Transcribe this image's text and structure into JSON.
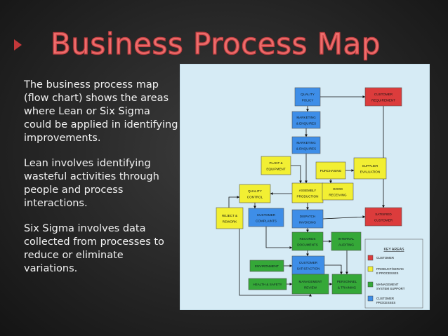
{
  "title": "Business Process Map",
  "paragraphs": [
    "The business process map (flow chart) shows the areas where Lean or Six Sigma could be applied in identifying improvements.",
    "Lean involves  identifying wasteful activities through people and process interactions.",
    "Six Sigma involves data collected from processes to reduce or eliminate variations."
  ],
  "colors": {
    "customer": "#dc3c3c",
    "product_service": "#f2ef33",
    "management": "#35a838",
    "customer_process": "#3e8ee8",
    "canvas": "#d6ebf5"
  },
  "diagram": {
    "nodes": [
      {
        "id": "quality-policy",
        "lines": [
          "QUALITY",
          "POLICY"
        ],
        "cat": "customer_process"
      },
      {
        "id": "customer-requirement",
        "lines": [
          "CUSTOMER",
          "REQUIREMENT"
        ],
        "cat": "customer"
      },
      {
        "id": "marketing-enquiries-1",
        "lines": [
          "MARKETING",
          "& ENQUIRES"
        ],
        "cat": "customer_process"
      },
      {
        "id": "marketing-enquiries-2",
        "lines": [
          "MARKETING",
          "& ENQUIRES"
        ],
        "cat": "customer_process"
      },
      {
        "id": "plant-equipment",
        "lines": [
          "PLANT &",
          "EQUIPMENT"
        ],
        "cat": "product_service"
      },
      {
        "id": "purchasing",
        "lines": [
          "PURCHASING"
        ],
        "cat": "product_service"
      },
      {
        "id": "supplier-evaluation",
        "lines": [
          "SUPPLIER",
          "EVALUATION"
        ],
        "cat": "product_service"
      },
      {
        "id": "quality-control",
        "lines": [
          "QUALITY",
          "CONTROL"
        ],
        "cat": "product_service"
      },
      {
        "id": "assembly-production",
        "lines": [
          "ASSEMBLY",
          "PRODUCTION"
        ],
        "cat": "product_service"
      },
      {
        "id": "good-receiving",
        "lines": [
          "GOOD",
          "RECEIVING"
        ],
        "cat": "product_service"
      },
      {
        "id": "reject-rework",
        "lines": [
          "REJECT &",
          "REWORK"
        ],
        "cat": "product_service"
      },
      {
        "id": "customer-complaints",
        "lines": [
          "CUSTOMER",
          "COMPLAINTS"
        ],
        "cat": "customer_process"
      },
      {
        "id": "dispatch-invoicing",
        "lines": [
          "DISPATCH",
          "INVOICING"
        ],
        "cat": "customer_process"
      },
      {
        "id": "satisfied-customer",
        "lines": [
          "SATISFIED",
          "CUSTOMER"
        ],
        "cat": "customer"
      },
      {
        "id": "records-documents",
        "lines": [
          "RECORDS",
          "DOCUMENTS"
        ],
        "cat": "management"
      },
      {
        "id": "internal-auditing",
        "lines": [
          "INTERNAL",
          "AUDITING"
        ],
        "cat": "management"
      },
      {
        "id": "customer-satisfaction",
        "lines": [
          "CUSTOMER",
          "SATISFACTION"
        ],
        "cat": "customer_process"
      },
      {
        "id": "environment",
        "lines": [
          "ENVIRONMENT"
        ],
        "cat": "management"
      },
      {
        "id": "management-review",
        "lines": [
          "MANAGEMENT",
          "REVIEW"
        ],
        "cat": "management"
      },
      {
        "id": "personnel-training",
        "lines": [
          "PERSONNEL",
          "& TRAINING"
        ],
        "cat": "management"
      },
      {
        "id": "health-safety",
        "lines": [
          "HEALTH & SAFETY"
        ],
        "cat": "management"
      }
    ],
    "legend": {
      "title": "KEY AREAS",
      "items": [
        {
          "cat": "customer",
          "lines": [
            "CUSTOMER"
          ]
        },
        {
          "cat": "product_service",
          "lines": [
            "PRODUCT/SERVIC",
            "E PROCESSES"
          ]
        },
        {
          "cat": "management",
          "lines": [
            "MANAGEMENT",
            "SYSTEM SUPPORT"
          ]
        },
        {
          "cat": "customer_process",
          "lines": [
            "CUSTOMER",
            "PROCESSES"
          ]
        }
      ]
    }
  }
}
